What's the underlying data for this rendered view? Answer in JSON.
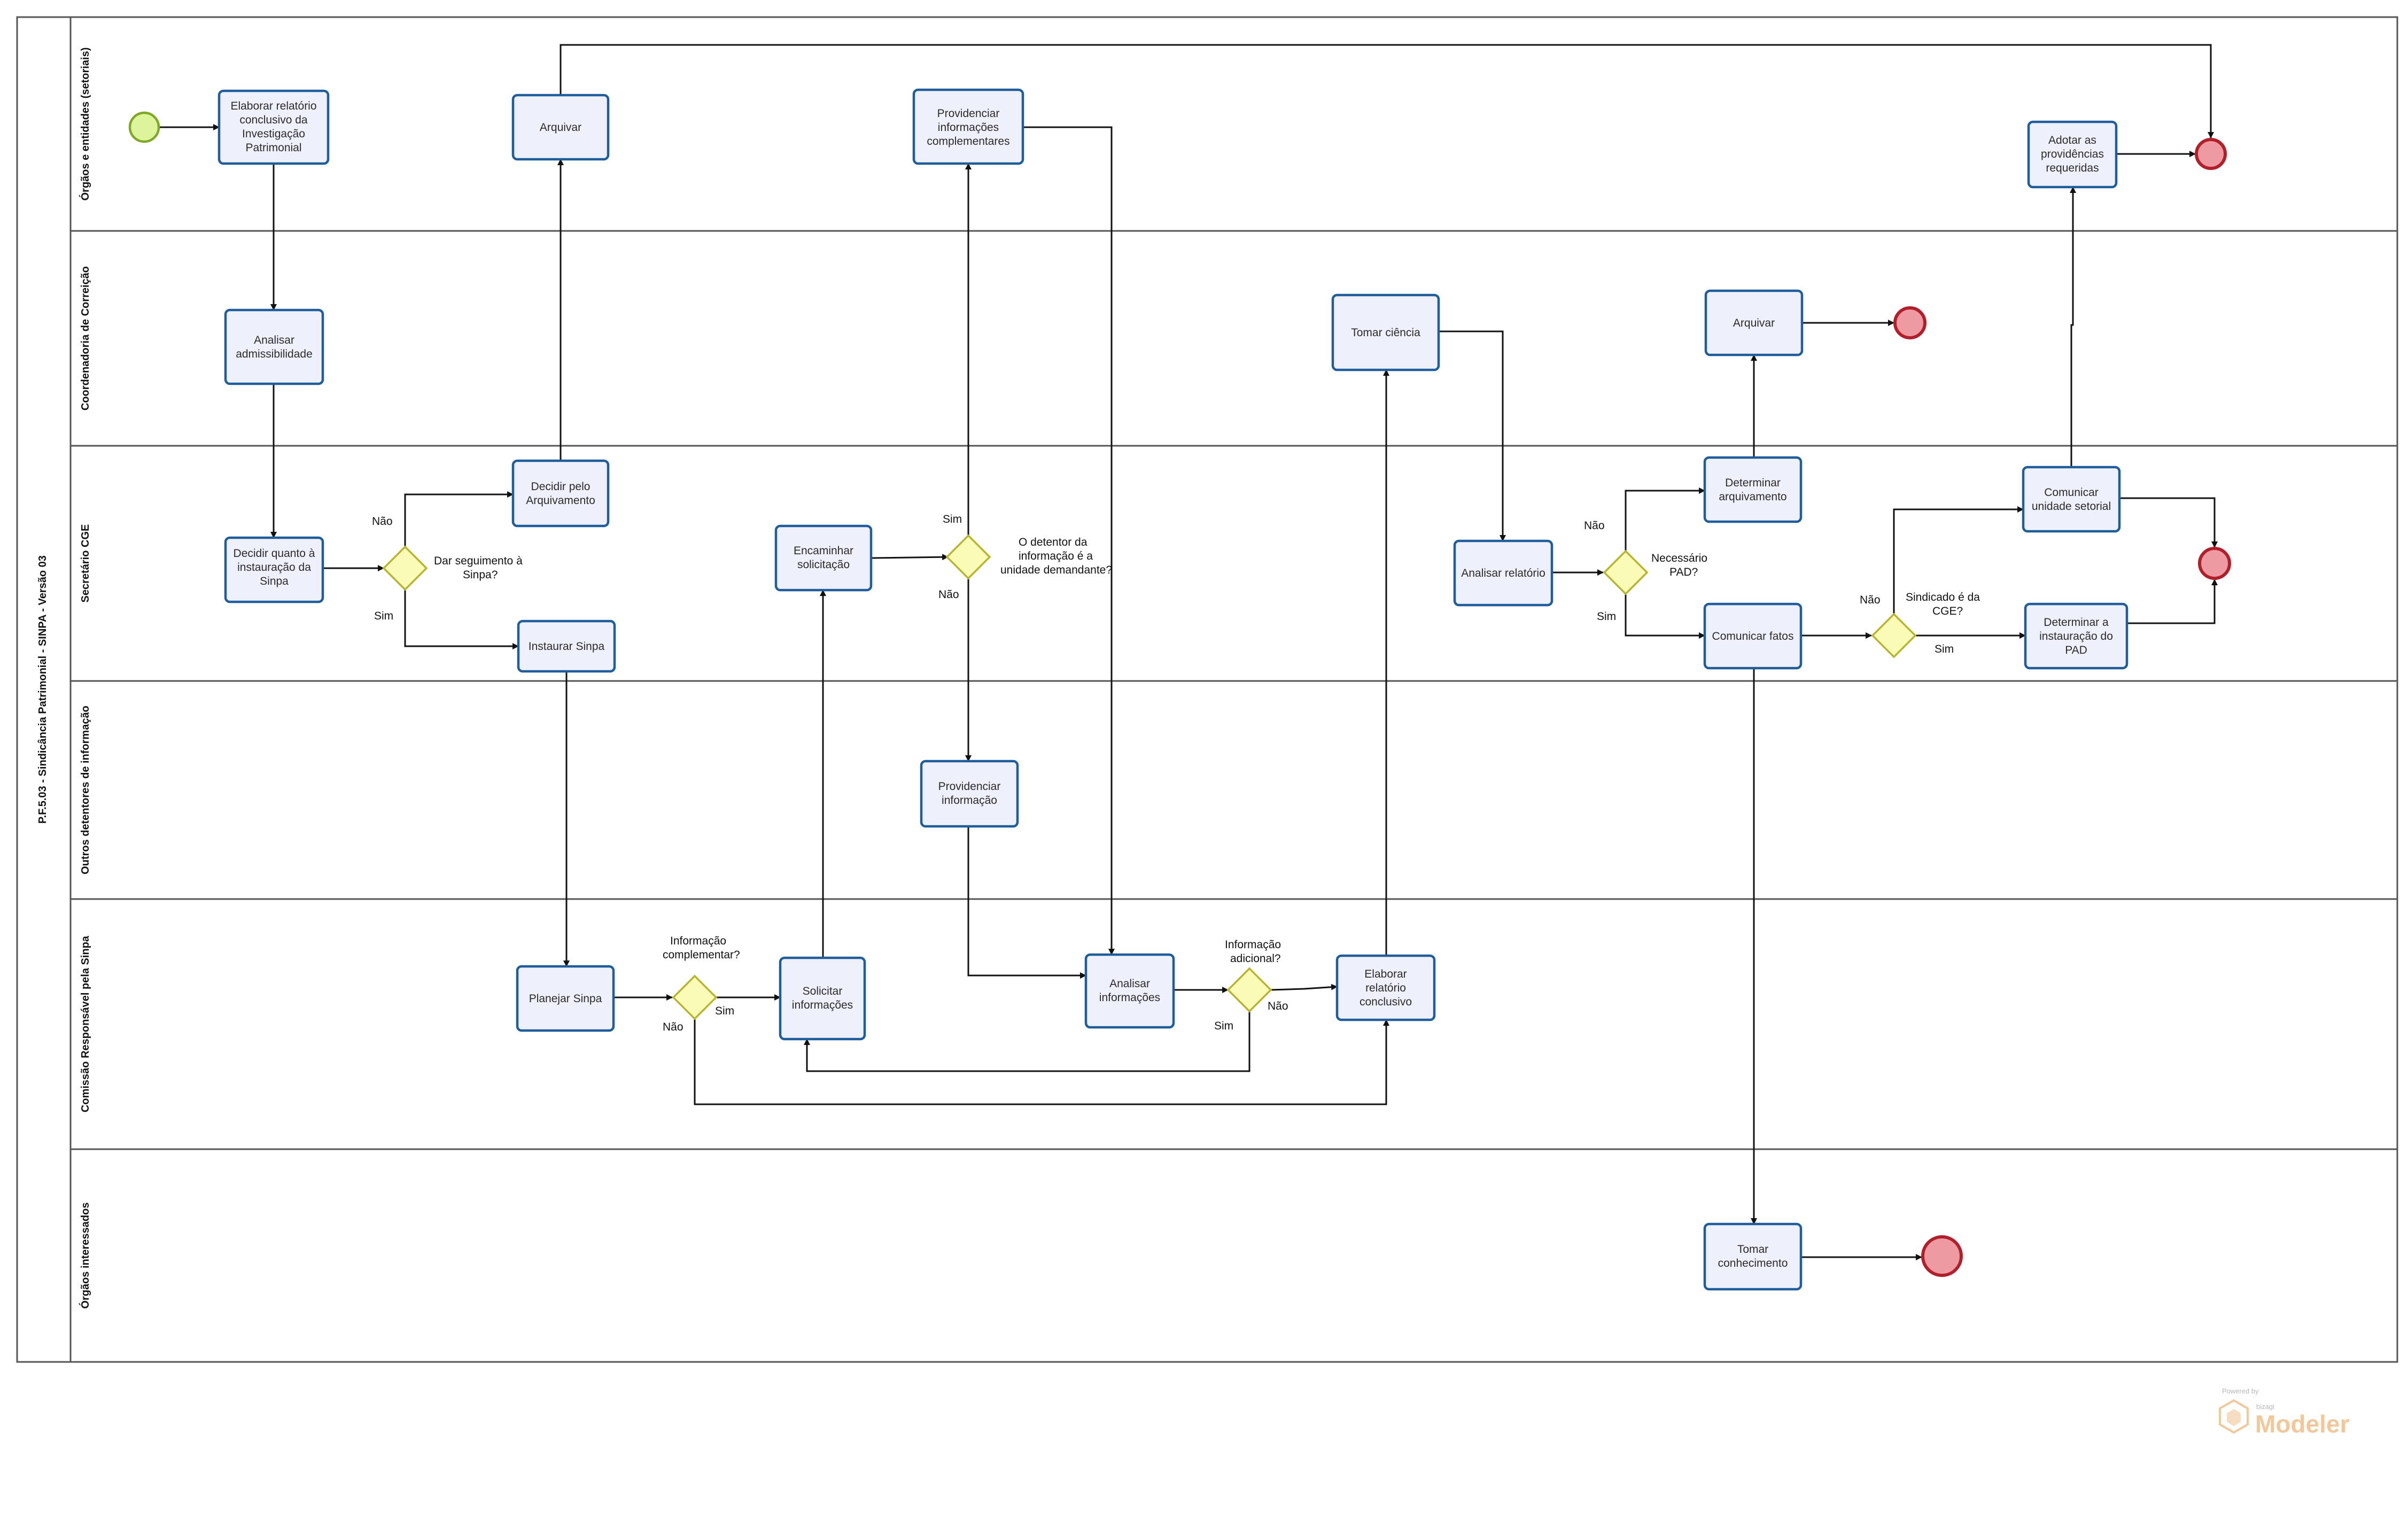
{
  "pool": {
    "title": "P.F.5.03 - Sindicância Patrimonial - SINPA - Versão 03"
  },
  "lanes": [
    "Órgãos e entidades (setoriais)",
    "Coordenadoria de Correição",
    "Secretário CGE",
    "Outros detentores de informação",
    "Comissão Responsável pela Sinpa",
    "Órgãos interessados"
  ],
  "tasks": {
    "elaborar_relatorio_inv": [
      "Elaborar relatório",
      "conclusivo da",
      "Investigação",
      "Patrimonial"
    ],
    "arquivar_setorial": [
      "Arquivar"
    ],
    "providenciar_compl": [
      "Providenciar",
      "informações",
      "complementares"
    ],
    "adotar_providencias": [
      "Adotar as",
      "providências",
      "requeridas"
    ],
    "analisar_admissibilidade": [
      "Analisar",
      "admissibilidade"
    ],
    "tomar_ciencia": [
      "Tomar ciência"
    ],
    "arquivar_coord": [
      "Arquivar"
    ],
    "decidir_instauracao": [
      "Decidir quanto à",
      "instauração da",
      "Sinpa"
    ],
    "decidir_arquivamento": [
      "Decidir pelo",
      "Arquivamento"
    ],
    "instaurar_sinpa": [
      "Instaurar Sinpa"
    ],
    "encaminhar_solicitacao": [
      "Encaminhar",
      "solicitação"
    ],
    "analisar_relatorio": [
      "Analisar relatório"
    ],
    "determinar_arquivamento": [
      "Determinar",
      "arquivamento"
    ],
    "comunicar_fatos": [
      "Comunicar fatos"
    ],
    "comunicar_unidade": [
      "Comunicar",
      "unidade setorial"
    ],
    "determinar_pad": [
      "Determinar a",
      "instauração do",
      "PAD"
    ],
    "providenciar_info": [
      "Providenciar",
      "informação"
    ],
    "planejar_sinpa": [
      "Planejar Sinpa"
    ],
    "solicitar_info": [
      "Solicitar",
      "informações"
    ],
    "analisar_info": [
      "Analisar",
      "informações"
    ],
    "elaborar_relatorio_concl": [
      "Elaborar",
      "relatório",
      "conclusivo"
    ],
    "tomar_conhecimento": [
      "Tomar",
      "conhecimento"
    ]
  },
  "gateways": {
    "dar_seguimento": [
      "Dar seguimento à",
      "Sinpa?"
    ],
    "detentor": [
      "O detentor da",
      "informação é a",
      "unidade demandante?"
    ],
    "necessario_pad": [
      "Necessário",
      "PAD?"
    ],
    "sindicado_cge": [
      "Sindicado é da",
      "CGE?"
    ],
    "info_complementar": [
      "Informação",
      "complementar?"
    ],
    "info_adicional": [
      "Informação",
      "adicional?"
    ]
  },
  "flow_labels": {
    "dar_seguimento_nao": "Não",
    "dar_seguimento_sim": "Sim",
    "detentor_sim": "Sim",
    "detentor_nao": "Não",
    "pad_nao": "Não",
    "pad_sim": "Sim",
    "cge_nao": "Não",
    "cge_sim": "Sim",
    "compl_nao": "Não",
    "compl_sim": "Sim",
    "adic_nao": "Não",
    "adic_sim": "Sim"
  },
  "watermark": {
    "powered_by": "Powered by",
    "brand_small": "bizagi",
    "brand": "Modeler"
  }
}
